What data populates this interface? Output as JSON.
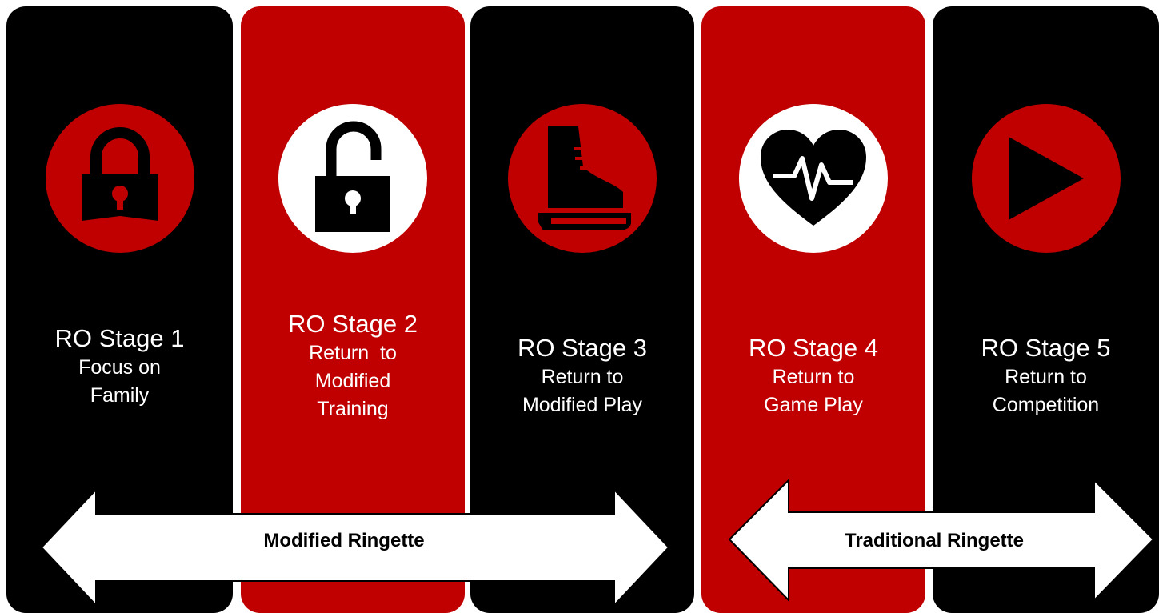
{
  "colors": {
    "black": "#000000",
    "red": "#c00000",
    "white": "#ffffff"
  },
  "stages": [
    {
      "title": "RO Stage 1",
      "lines": [
        "Focus on",
        "Family"
      ],
      "icon": "locked-padlock-icon"
    },
    {
      "title": "RO Stage 2",
      "lines": [
        "Return  to",
        "Modified",
        "Training"
      ],
      "icon": "unlocked-padlock-icon"
    },
    {
      "title": "RO Stage 3",
      "lines": [
        "Return to",
        "Modified Play"
      ],
      "icon": "ice-skate-icon"
    },
    {
      "title": "RO Stage 4",
      "lines": [
        "Return to",
        "Game Play"
      ],
      "icon": "heartbeat-icon"
    },
    {
      "title": "RO Stage 5",
      "lines": [
        "Return to",
        "Competition"
      ],
      "icon": "play-icon"
    }
  ],
  "arrows": {
    "modified": "Modified Ringette",
    "traditional": "Traditional Ringette"
  }
}
